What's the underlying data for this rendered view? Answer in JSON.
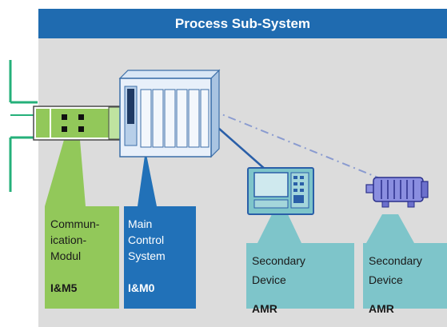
{
  "header": {
    "title": "Process Sub-System"
  },
  "nodes": {
    "comm_module": {
      "lines": [
        "Commun-",
        "ication-",
        "Modul"
      ],
      "code": "I&M5"
    },
    "main_control": {
      "lines": [
        "Main",
        "Control",
        "System"
      ],
      "code": "I&M0"
    },
    "secondary_1": {
      "lines": [
        "Secondary",
        "Device"
      ],
      "code": "AMR"
    },
    "secondary_2": {
      "lines": [
        "Secondary",
        "Device"
      ],
      "code": "AMR"
    }
  },
  "colors": {
    "header_blue": "#1f6bb0",
    "panel_gray": "#dcdcdc",
    "comm_green": "#92c85a",
    "main_blue": "#2171b8",
    "secondary_teal": "#7ec5ca",
    "network_green": "#25b07a"
  },
  "icons": [
    "module-icon",
    "plc-rack-icon",
    "hmi-panel-icon",
    "motor-icon"
  ]
}
